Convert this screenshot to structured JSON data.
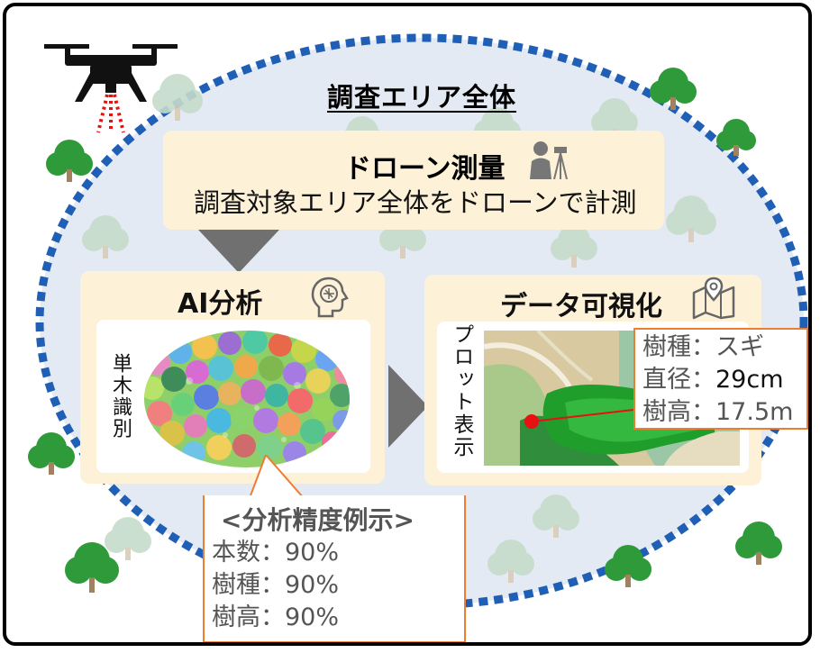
{
  "area": {
    "title": "調査エリア全体"
  },
  "survey": {
    "title": "ドローン測量",
    "subtitle": "調査対象エリア全体をドローンで計測",
    "icon": "surveyor-icon"
  },
  "ai": {
    "title": "AI分析",
    "vertical_label": "単木識別",
    "icon": "brain-icon"
  },
  "viz": {
    "title": "データ可視化",
    "vertical_label": "プロット表示",
    "icon": "map-icon"
  },
  "tree_info": {
    "species_label": "樹種：",
    "species_value": "スギ",
    "diameter_label": "直径：",
    "diameter_value": "29cm",
    "height_label": "樹高：",
    "height_value": "17.5m"
  },
  "precision": {
    "heading": "<分析精度例示>",
    "count_label": "本数：",
    "count_value": "90%",
    "species_label": "樹種：",
    "species_value": "90%",
    "height_label": "樹高：",
    "height_value": "90%"
  },
  "colors": {
    "accent": "#ed7d31",
    "ellipse_border": "#1f5fb5",
    "ellipse_fill": "#e4eaf4",
    "box_fill": "#fdf1d8",
    "tree_green": "#2e9a3a",
    "marker": "#e81010"
  }
}
